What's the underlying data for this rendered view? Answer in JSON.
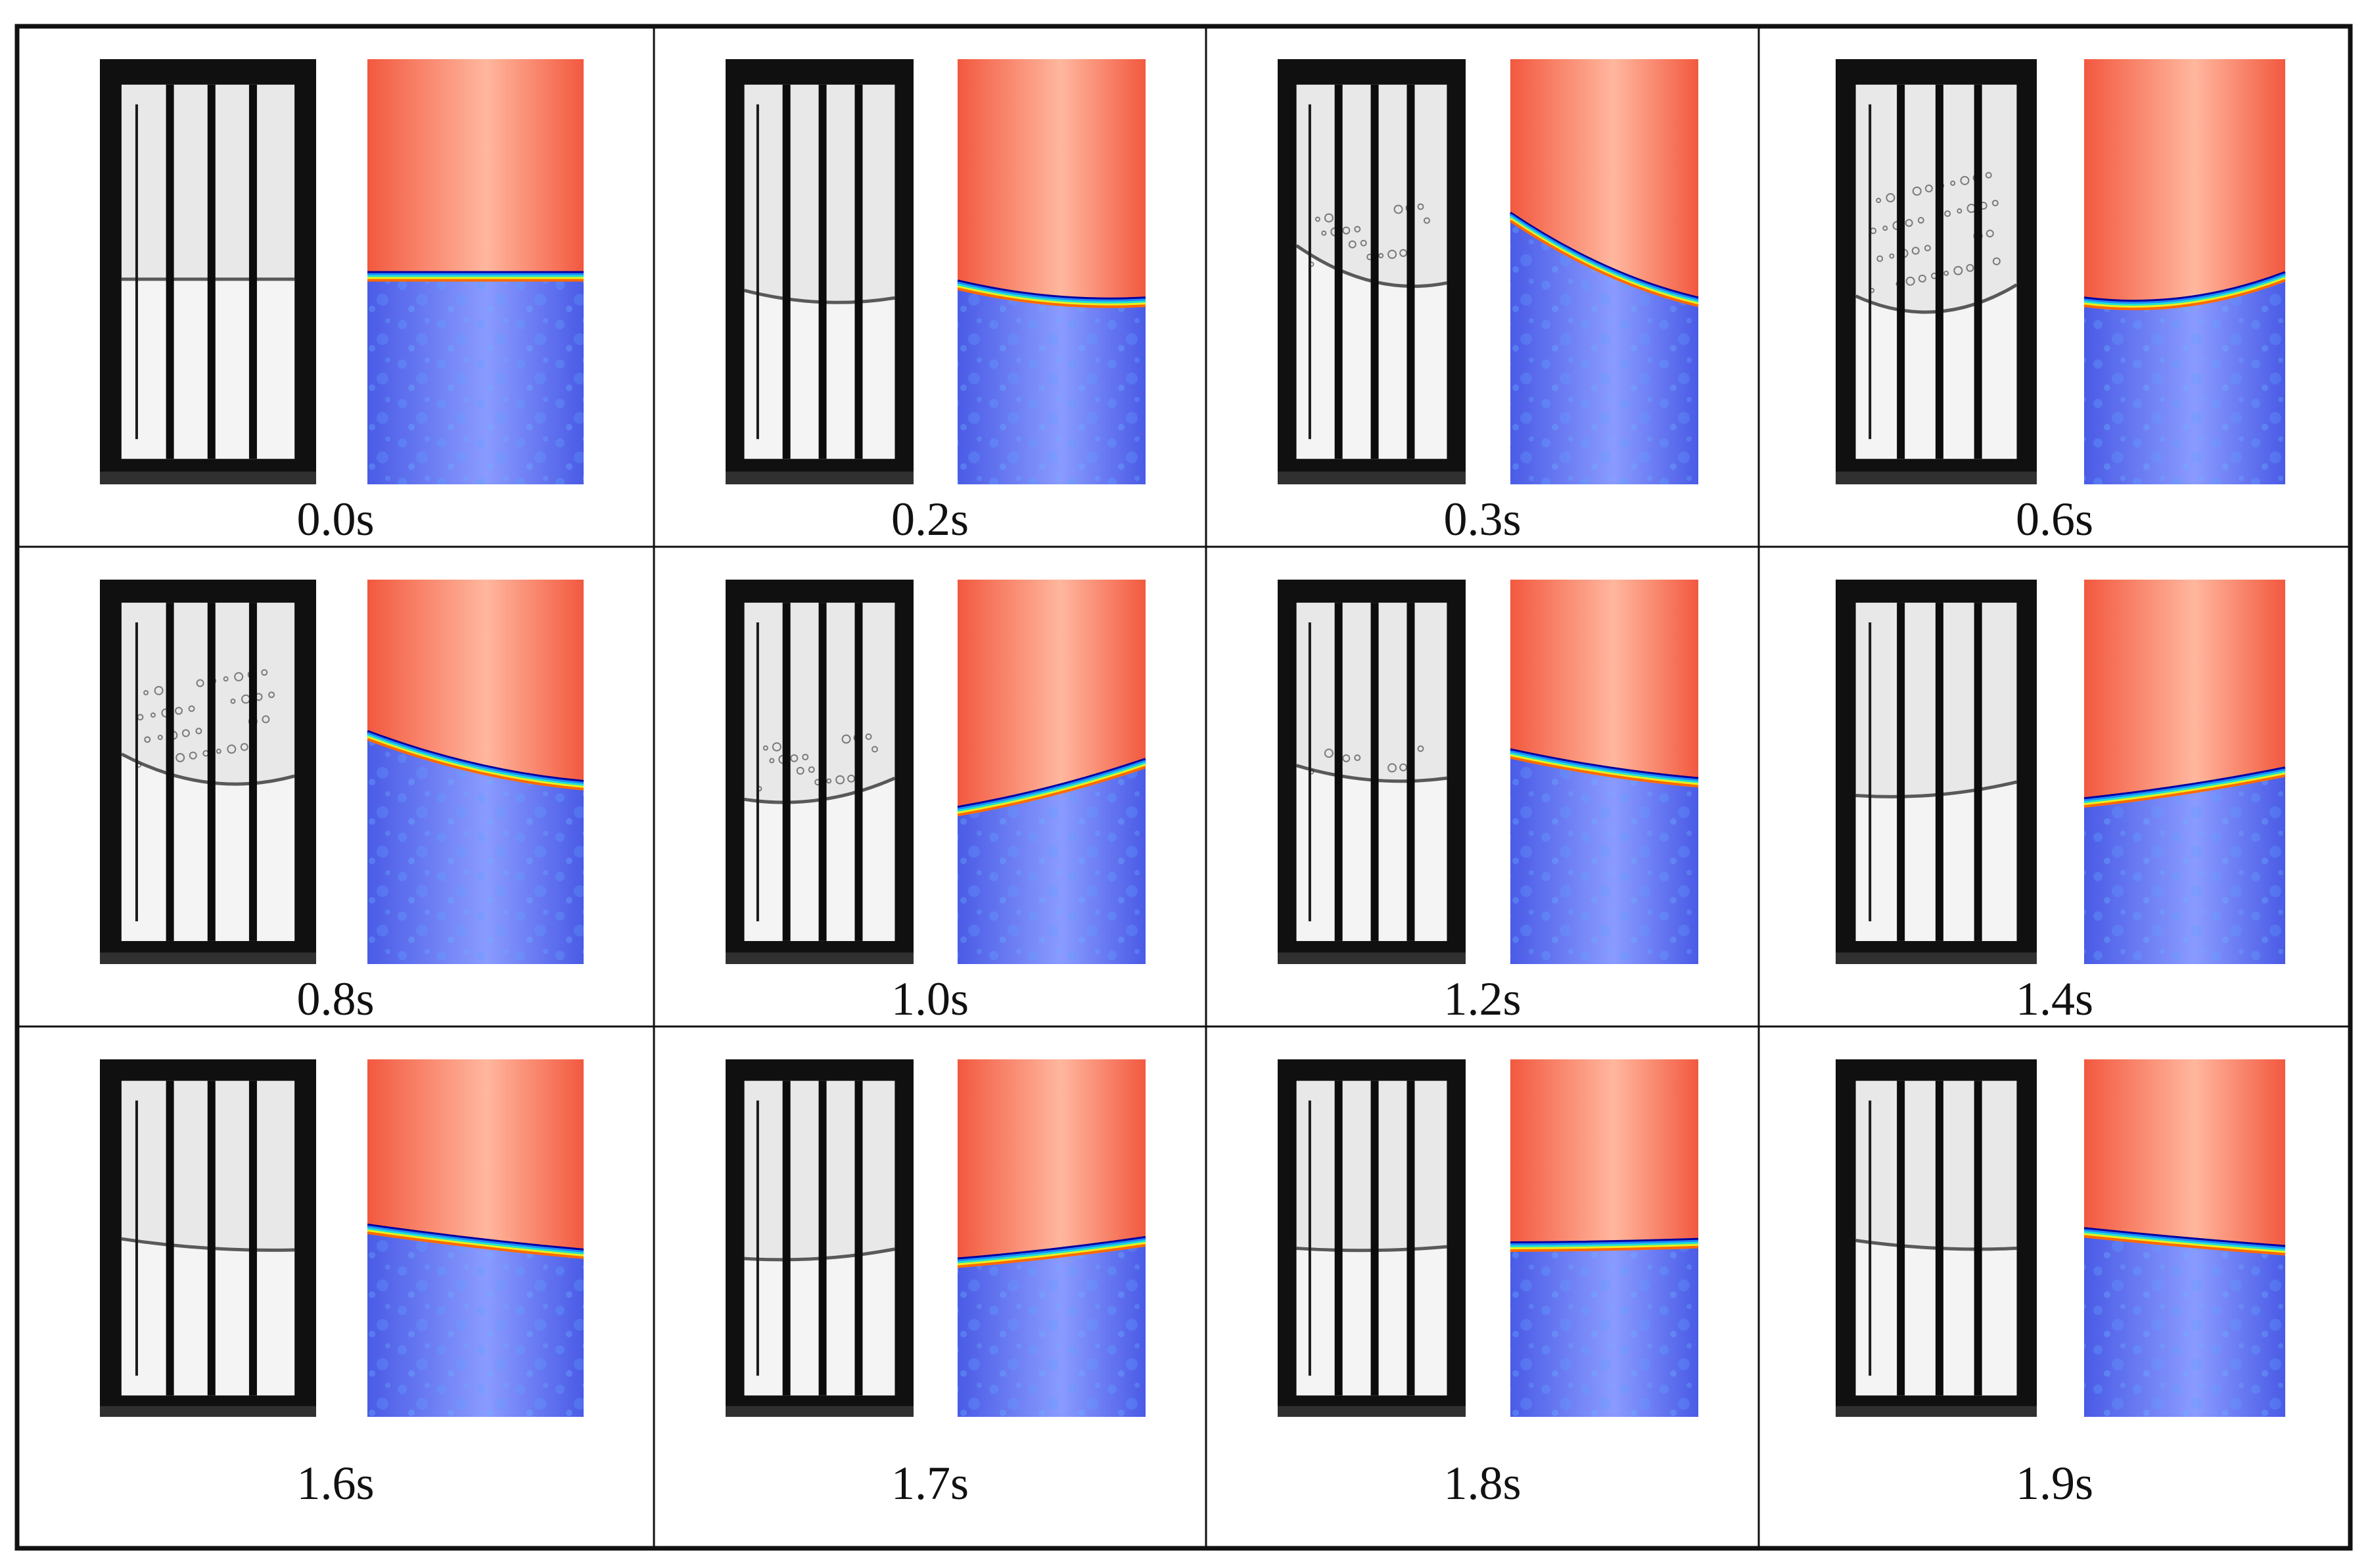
{
  "figure": {
    "rows": [
      {
        "cells": [
          {
            "time_label": "0.0s",
            "interface_tilt": 0.0,
            "interface_level": 0.52,
            "curvature": 0.0,
            "splash": 0.0,
            "experiment_wave": 0.0
          },
          {
            "time_label": "0.2s",
            "interface_tilt": 0.08,
            "interface_level": 0.56,
            "curvature": 0.08,
            "splash": 0.1,
            "experiment_wave": 0.35
          },
          {
            "time_label": "0.3s",
            "interface_tilt": 0.4,
            "interface_level": 0.48,
            "curvature": 0.12,
            "splash": 0.45,
            "experiment_wave": 0.75
          },
          {
            "time_label": "0.6s",
            "interface_tilt": -0.12,
            "interface_level": 0.55,
            "curvature": 0.15,
            "splash": 0.9,
            "experiment_wave": 0.95
          }
        ]
      },
      {
        "cells": [
          {
            "time_label": "0.8s",
            "interface_tilt": 0.26,
            "interface_level": 0.48,
            "curvature": 0.1,
            "splash": 0.8,
            "experiment_wave": 0.85
          },
          {
            "time_label": "1.0s",
            "interface_tilt": -0.25,
            "interface_level": 0.55,
            "curvature": 0.05,
            "splash": 0.45,
            "experiment_wave": 0.55
          },
          {
            "time_label": "1.2s",
            "interface_tilt": 0.15,
            "interface_level": 0.5,
            "curvature": 0.04,
            "splash": 0.2,
            "experiment_wave": 0.4
          },
          {
            "time_label": "1.4s",
            "interface_tilt": -0.16,
            "interface_level": 0.55,
            "curvature": 0.03,
            "splash": 0.15,
            "experiment_wave": 0.3
          }
        ]
      },
      {
        "cells": [
          {
            "time_label": "1.6s",
            "interface_tilt": 0.14,
            "interface_level": 0.52,
            "curvature": 0.02,
            "splash": 0.1,
            "experiment_wave": 0.2
          },
          {
            "time_label": "1.7s",
            "interface_tilt": -0.12,
            "interface_level": 0.55,
            "curvature": 0.02,
            "splash": 0.05,
            "experiment_wave": 0.25
          },
          {
            "time_label": "1.8s",
            "interface_tilt": -0.02,
            "interface_level": 0.53,
            "curvature": 0.01,
            "splash": 0.05,
            "experiment_wave": 0.15
          },
          {
            "time_label": "1.9s",
            "interface_tilt": 0.1,
            "interface_level": 0.52,
            "curvature": 0.01,
            "splash": 0.05,
            "experiment_wave": 0.2
          }
        ]
      }
    ]
  },
  "colors": {
    "gas_phase": "#f2593f",
    "gas_highlight": "#ffb79e",
    "liquid_phase": "#4a5be6",
    "liquid_highlight": "#8a9bff",
    "interface_band": [
      "#0000a0",
      "#1e88ff",
      "#22e0d0",
      "#e6f020",
      "#ff6a00"
    ],
    "photo_background": "#101010",
    "photo_liquid": "#f4f4f4",
    "grid_line": "#111111"
  }
}
